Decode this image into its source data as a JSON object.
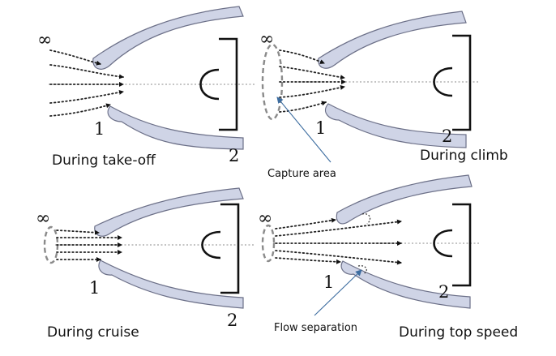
{
  "infinity_symbol": "∞",
  "station_1": "1",
  "station_2": "2",
  "panels": [
    {
      "id": "takeoff",
      "caption": "During take-off"
    },
    {
      "id": "climb",
      "caption": "During climb"
    },
    {
      "id": "cruise",
      "caption": "During cruise"
    },
    {
      "id": "topspeed",
      "caption": "During top speed"
    }
  ],
  "annotations": {
    "capture_area": "Capture area",
    "flow_separation": "Flow separation"
  },
  "colors": {
    "lip_fill": "#cfd4e6",
    "lip_stroke": "#6c7088",
    "leader_line": "#3d6da0"
  }
}
